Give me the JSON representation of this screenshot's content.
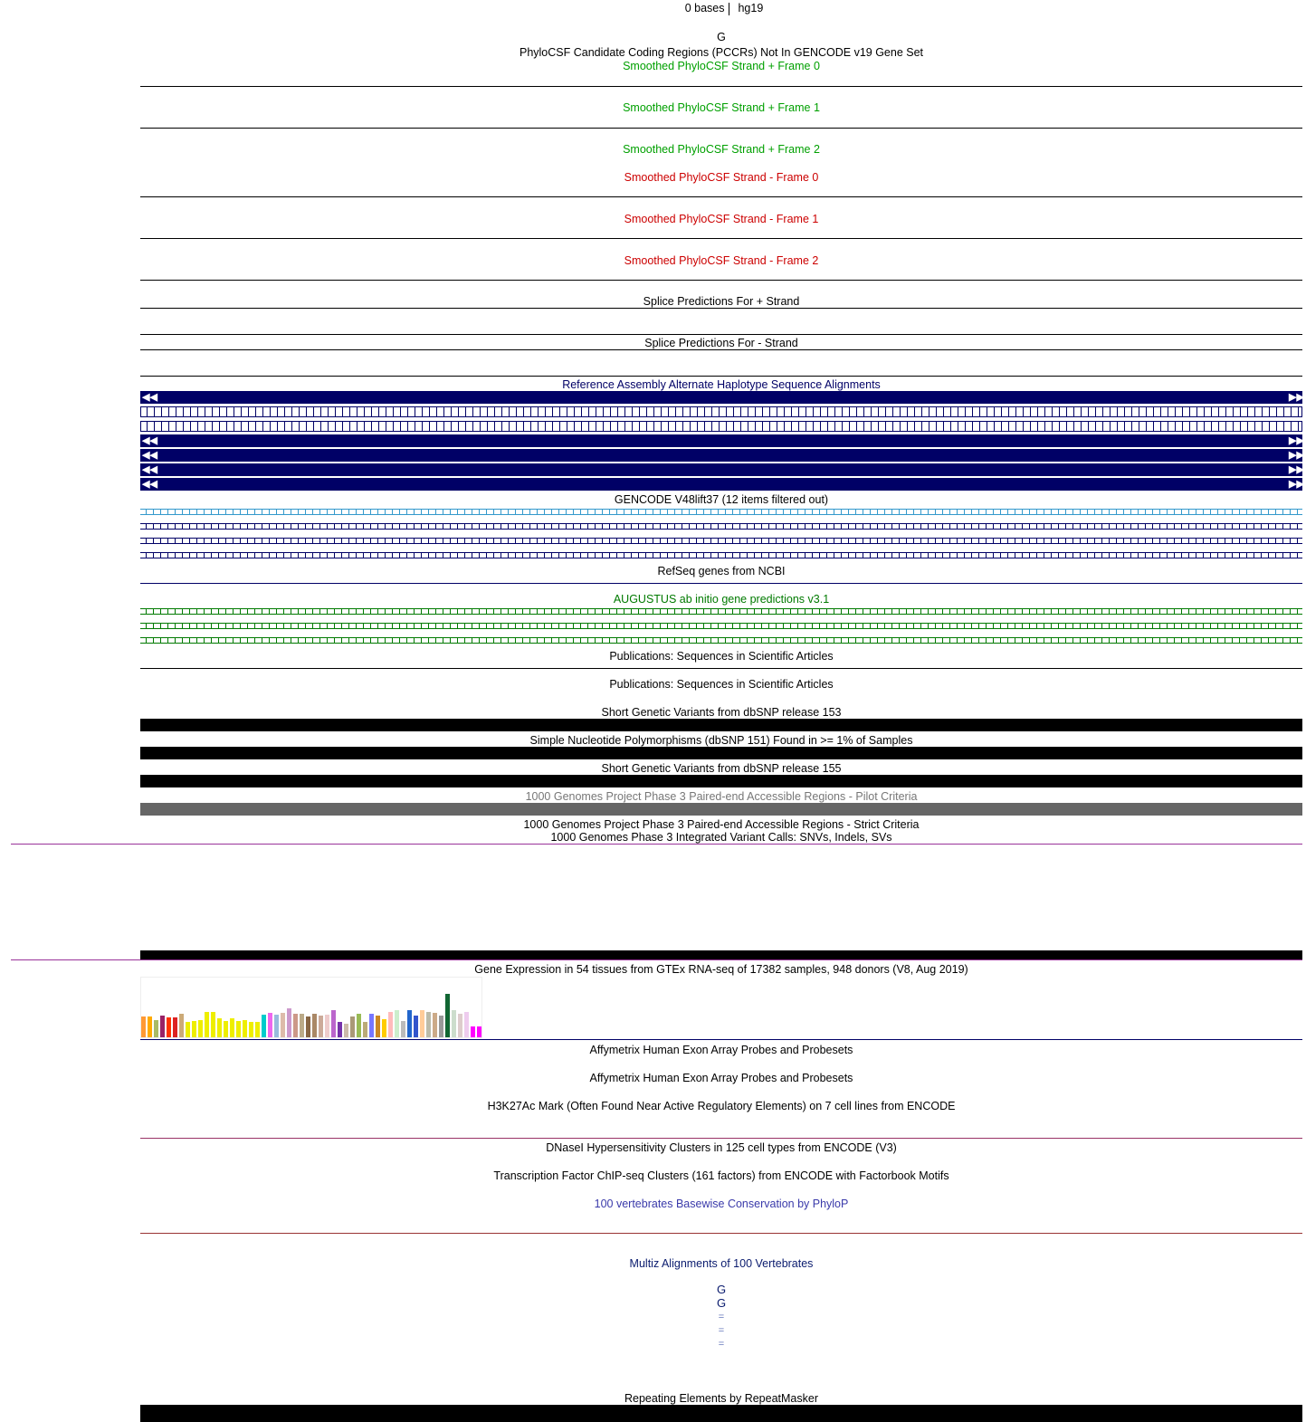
{
  "ruler": {
    "size_label": "0 bases",
    "assembly": "hg19"
  },
  "base": "G",
  "tracks": {
    "pccr": "PhyloCSF Candidate Coding Regions (PCCRs) Not In GENCODE v19 Gene Set",
    "plus0": "Smoothed PhyloCSF  Strand +  Frame 0",
    "plus1": "Smoothed PhyloCSF  Strand +  Frame 1",
    "plus2": "Smoothed PhyloCSF  Strand +  Frame 2",
    "minus0": "Smoothed PhyloCSF  Strand -  Frame 0",
    "minus1": "Smoothed PhyloCSF  Strand -  Frame 1",
    "minus2": "Smoothed PhyloCSF  Strand -  Frame 2",
    "splice_plus": "Splice Predictions For + Strand",
    "splice_minus": "Splice Predictions For - Strand",
    "alt_haplo": "Reference Assembly Alternate Haplotype Sequence Alignments",
    "gencode": "GENCODE V48lift37 (12 items filtered out)",
    "refseq": "RefSeq genes from NCBI",
    "augustus": "AUGUSTUS ab initio gene predictions v3.1",
    "pubs1": "Publications: Sequences in Scientific Articles",
    "pubs2": "Publications: Sequences in Scientific Articles",
    "dbsnp153": "Short Genetic Variants from dbSNP release 153",
    "snp151": "Simple Nucleotide Polymorphisms (dbSNP 151) Found in >= 1% of Samples",
    "dbsnp155": "Short Genetic Variants from dbSNP release 155",
    "kg_pilot": "1000 Genomes Project Phase 3 Paired-end Accessible Regions - Pilot Criteria",
    "kg_strict": "1000 Genomes Project Phase 3 Paired-end Accessible Regions - Strict Criteria",
    "kg_calls": "1000 Genomes Phase 3 Integrated Variant Calls: SNVs, Indels, SVs",
    "gtex": "Gene Expression in 54 tissues from GTEx RNA-seq of 17382 samples, 948 donors (V8, Aug 2019)",
    "affy1": "Affymetrix Human Exon Array Probes and Probesets",
    "affy2": "Affymetrix Human Exon Array Probes and Probesets",
    "h3k27ac": "H3K27Ac Mark (Often Found Near Active Regulatory Elements) on 7 cell lines from ENCODE",
    "dnase": "DNaseI Hypersensitivity Clusters in 125 cell types from ENCODE (V3)",
    "tfbs": "Transcription Factor ChIP-seq Clusters (161 factors) from ENCODE with Factorbook Motifs",
    "phylop": "100 vertebrates Basewise Conservation by PhyloP",
    "multiz": "Multiz Alignments of 100 Vertebrates",
    "rmsk": "Repeating Elements by RepeatMasker"
  },
  "multiz_bases": [
    "G",
    "G",
    "=",
    "=",
    "="
  ],
  "colors": {
    "plus_strand": "#00a000",
    "minus_strand": "#cc0000",
    "navy": "#000066",
    "augustus": "#007a00",
    "phylop": "#3a3aaa",
    "multiz": "#0a1b6e"
  },
  "gtex_chart": {
    "values": [
      0.48,
      0.48,
      0.4,
      0.5,
      0.46,
      0.46,
      0.54,
      0.36,
      0.37,
      0.4,
      0.58,
      0.58,
      0.44,
      0.38,
      0.44,
      0.38,
      0.4,
      0.36,
      0.36,
      0.52,
      0.56,
      0.52,
      0.56,
      0.66,
      0.54,
      0.54,
      0.48,
      0.54,
      0.5,
      0.52,
      0.62,
      0.36,
      0.32,
      0.48,
      0.54,
      0.36,
      0.54,
      0.5,
      0.42,
      0.59,
      0.62,
      0.38,
      0.62,
      0.5,
      0.62,
      0.58,
      0.56,
      0.5,
      1.0,
      0.62,
      0.55,
      0.58,
      0.26,
      0.26
    ],
    "colors": [
      "#ff9933",
      "#ffaa00",
      "#aabb66",
      "#992266",
      "#ff3300",
      "#dd2222",
      "#ccaa77",
      "#eeee00",
      "#eeee00",
      "#eeee00",
      "#eeee00",
      "#eeee00",
      "#eeee00",
      "#eeee00",
      "#eeee00",
      "#eeee00",
      "#eeee00",
      "#eeee00",
      "#eeee00",
      "#00cccc",
      "#ee66ee",
      "#99bbdd",
      "#ddbbaa",
      "#cc99cc",
      "#cc9988",
      "#bbaa88",
      "#886644",
      "#aa8866",
      "#ccaa99",
      "#eecccc",
      "#bb66cc",
      "#7733aa",
      "#ccbbaa",
      "#aa9977",
      "#99bb55",
      "#bbaa77",
      "#7777ff",
      "#cc8822",
      "#ffcc00",
      "#ffbbbb",
      "#cceecc",
      "#bbbbbb",
      "#2266cc",
      "#3355cc",
      "#ffcc99",
      "#bbbbaa",
      "#ccaa88",
      "#999999",
      "#116633",
      "#ccddcc",
      "#ddcccc",
      "#eeccee",
      "#ff00ff",
      "#ff00ff"
    ]
  }
}
